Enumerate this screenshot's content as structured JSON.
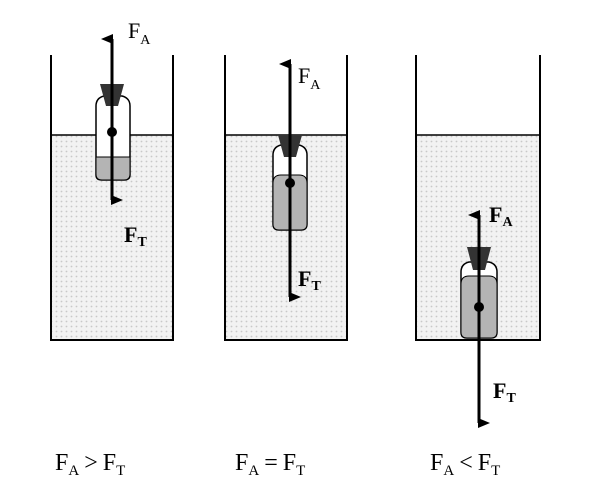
{
  "colors": {
    "liquid": "#ececec",
    "liquid_dots": "#c8c8c8",
    "weight": "#b4b4b4",
    "stopper": "#333333",
    "stroke": "#000000"
  },
  "panels": [
    {
      "fa_label": "F",
      "fa_sub": "A",
      "ft_label": "F",
      "ft_sub": "T",
      "caption": {
        "left": "F",
        "left_sub": "A",
        "op": ">",
        "right": "F",
        "right_sub": "T"
      }
    },
    {
      "fa_label": "F",
      "fa_sub": "A",
      "ft_label": "F",
      "ft_sub": "T",
      "caption": {
        "left": "F",
        "left_sub": "A",
        "op": "=",
        "right": "F",
        "right_sub": "T"
      }
    },
    {
      "fa_label": "F",
      "fa_sub": "A",
      "ft_label": "F",
      "ft_sub": "T",
      "caption": {
        "left": "F",
        "left_sub": "A",
        "op": "<",
        "right": "F",
        "right_sub": "T"
      }
    }
  ]
}
